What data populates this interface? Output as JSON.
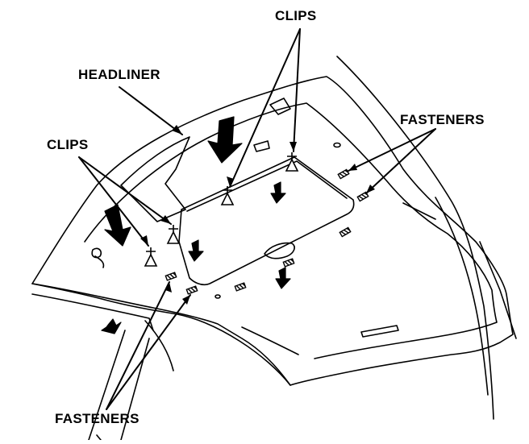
{
  "labels": {
    "clips_top": "CLIPS",
    "headliner": "HEADLINER",
    "fasteners_right": "FASTENERS",
    "clips_left": "CLIPS",
    "fasteners_bottom": "FASTENERS"
  },
  "colors": {
    "line": "#000000",
    "fill": "#ffffff",
    "arrow": "#000000"
  }
}
